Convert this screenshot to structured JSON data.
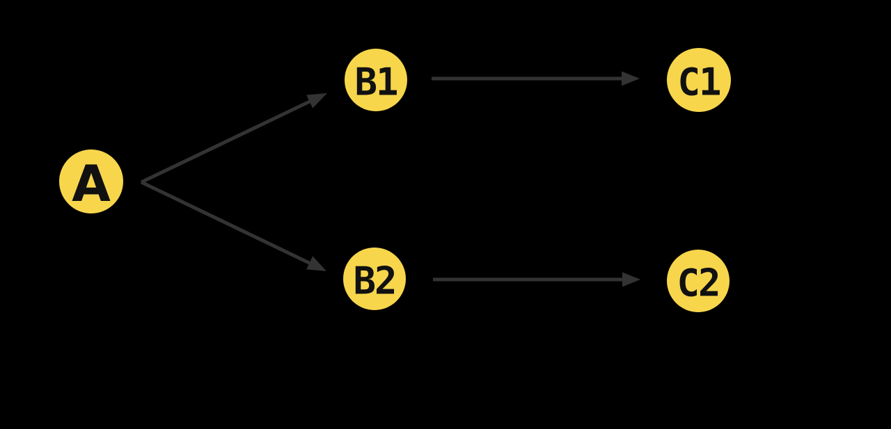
{
  "diagram": {
    "type": "directed-graph",
    "background_color": "#000000",
    "colors": {
      "node_fill": "#F7D64C",
      "node_text": "#111111",
      "edge": "#333333"
    },
    "nodes": [
      {
        "id": "A",
        "label": "A"
      },
      {
        "id": "B1",
        "label": "B1"
      },
      {
        "id": "B2",
        "label": "B2"
      },
      {
        "id": "C1",
        "label": "C1"
      },
      {
        "id": "C2",
        "label": "C2"
      }
    ],
    "edges": [
      {
        "from": "A",
        "to": "B1"
      },
      {
        "from": "A",
        "to": "B2"
      },
      {
        "from": "B1",
        "to": "C1"
      },
      {
        "from": "B2",
        "to": "C2"
      }
    ]
  }
}
